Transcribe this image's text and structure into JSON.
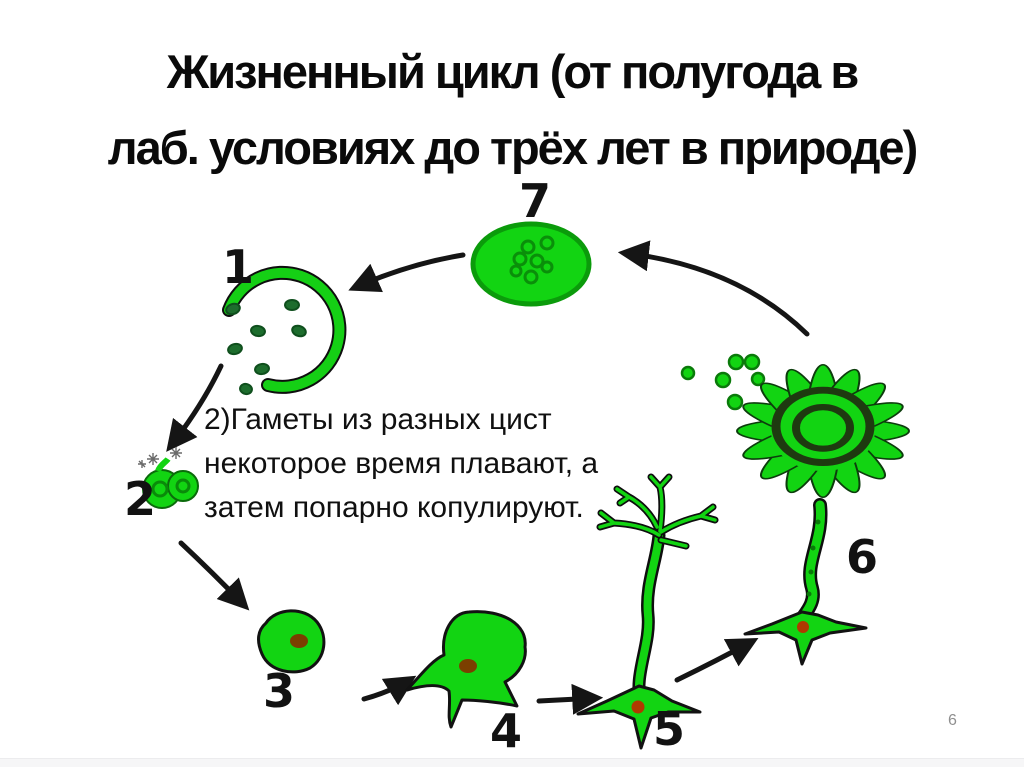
{
  "slide": {
    "title_lines": [
      "Жизненный цикл (от полугода в",
      "лаб. условиях до трёх лет в природе)"
    ],
    "page_number": "6"
  },
  "annotation": {
    "lines": [
      "2)Гаметы из разных цист",
      "некоторое время плавают, а",
      "затем попарно копулируют."
    ]
  },
  "stages": [
    {
      "number": "1"
    },
    {
      "number": "2"
    },
    {
      "number": "3"
    },
    {
      "number": "4"
    },
    {
      "number": "5"
    },
    {
      "number": "6"
    },
    {
      "number": "7"
    }
  ],
  "colors": {
    "algae_green": "#12d412",
    "algae_dark_green": "#0a7a0a",
    "gamete_dark_green": "#1d6d2d",
    "arrow_black": "#151515",
    "nucleus_brown": "#7b3f00",
    "rhizoid_red": "#b03a00",
    "cap_ring_dark": "#1e3a10",
    "page_number_gray": "#8f8f8f"
  }
}
